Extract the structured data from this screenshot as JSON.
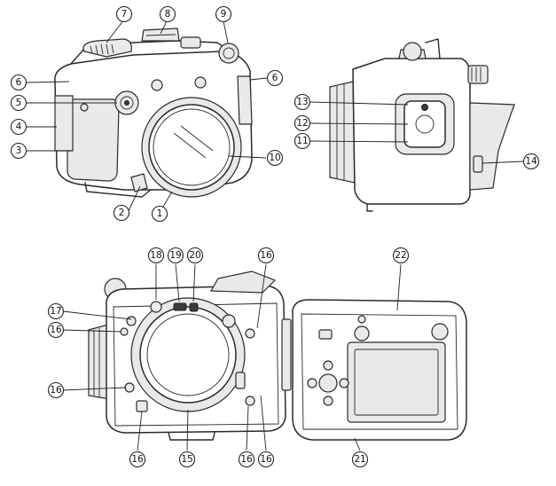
{
  "callouts": [
    {
      "id": "c1",
      "num": "1"
    },
    {
      "id": "c2",
      "num": "2"
    },
    {
      "id": "c3",
      "num": "3"
    },
    {
      "id": "c4",
      "num": "4"
    },
    {
      "id": "c5",
      "num": "5"
    },
    {
      "id": "c6a",
      "num": "6"
    },
    {
      "id": "c6b",
      "num": "6"
    },
    {
      "id": "c7",
      "num": "7"
    },
    {
      "id": "c8",
      "num": "8"
    },
    {
      "id": "c9",
      "num": "9"
    },
    {
      "id": "c10",
      "num": "10"
    },
    {
      "id": "c11",
      "num": "11"
    },
    {
      "id": "c12",
      "num": "12"
    },
    {
      "id": "c13",
      "num": "13"
    },
    {
      "id": "c14",
      "num": "14"
    },
    {
      "id": "c15",
      "num": "15"
    },
    {
      "id": "c16a",
      "num": "16"
    },
    {
      "id": "c16b",
      "num": "16"
    },
    {
      "id": "c16c",
      "num": "16"
    },
    {
      "id": "c16d",
      "num": "16"
    },
    {
      "id": "c16e",
      "num": "16"
    },
    {
      "id": "c16f",
      "num": "16"
    },
    {
      "id": "c17",
      "num": "17"
    },
    {
      "id": "c18",
      "num": "18"
    },
    {
      "id": "c19",
      "num": "19"
    },
    {
      "id": "c20",
      "num": "20"
    },
    {
      "id": "c21",
      "num": "21"
    },
    {
      "id": "c22",
      "num": "22"
    }
  ]
}
